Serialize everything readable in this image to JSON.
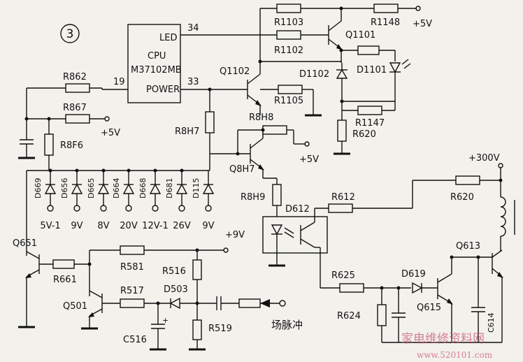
{
  "figure_number": "3",
  "cpu": {
    "line1": "CPU",
    "line2": "M37102MB",
    "pin_led": "LED",
    "pin_power": "POWER",
    "pin_34": "34",
    "pin_33": "33",
    "pin_19": "19"
  },
  "rails": {
    "v5_top": "+5V",
    "v5_left": "+5V",
    "v5_mid": "+5V",
    "v300": "+300V",
    "v9": "+9V"
  },
  "resistors": {
    "R1103": "R1103",
    "R1148": "R1148",
    "R1102": "R1102",
    "R1105": "R1105",
    "R1147": "R1147",
    "R620a": "R620",
    "R862": "R862",
    "R867": "R867",
    "R8F6": "R8F6",
    "R8H7": "R8H7",
    "R8H8": "R8H8",
    "R8H9": "R8H9",
    "R612": "R612",
    "R620b": "R620",
    "R581": "R581",
    "R661": "R661",
    "R516": "R516",
    "R517": "R517",
    "R519": "R519",
    "R625": "R625",
    "R624": "R624"
  },
  "transistors": {
    "Q1101": "Q1101",
    "Q1102": "Q1102",
    "Q8H7": "Q8H7",
    "Q651": "Q651",
    "Q501": "Q501",
    "Q613": "Q613",
    "Q615": "Q615"
  },
  "diodes": {
    "D1102": "D1102",
    "D1101": "D1101",
    "D612": "D612",
    "D503": "D503",
    "D619": "D619"
  },
  "capacitors": {
    "C516": "C516",
    "C614": "C614"
  },
  "detect_diodes": [
    {
      "name": "D669",
      "voltage": "5V-1"
    },
    {
      "name": "D656",
      "voltage": "9V"
    },
    {
      "name": "D665",
      "voltage": "8V"
    },
    {
      "name": "D664",
      "voltage": "20V"
    },
    {
      "name": "D668",
      "voltage": "12V-1"
    },
    {
      "name": "D681",
      "voltage": "26V"
    },
    {
      "name": "D115",
      "voltage": "9V"
    }
  ],
  "field_pulse": "场脉冲",
  "watermark": "家电维修资料网",
  "watermark_url": "www.520101.com"
}
